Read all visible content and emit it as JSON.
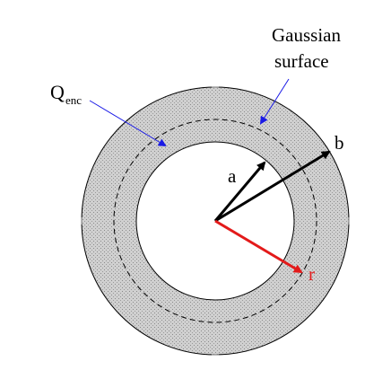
{
  "labels": {
    "gaussian_line1": "Gaussian",
    "gaussian_line2": "surface",
    "charge_main": "Q",
    "charge_subscript": "enc",
    "inner_radius": "a",
    "outer_radius": "b",
    "gaussian_radius": "r"
  },
  "colors": {
    "shell_fill": "#d9d9d9",
    "outline": "#000000",
    "pointer_arrow": "#1a1ae6",
    "radius_r": "#e31a1a",
    "radius_ab": "#000000"
  }
}
